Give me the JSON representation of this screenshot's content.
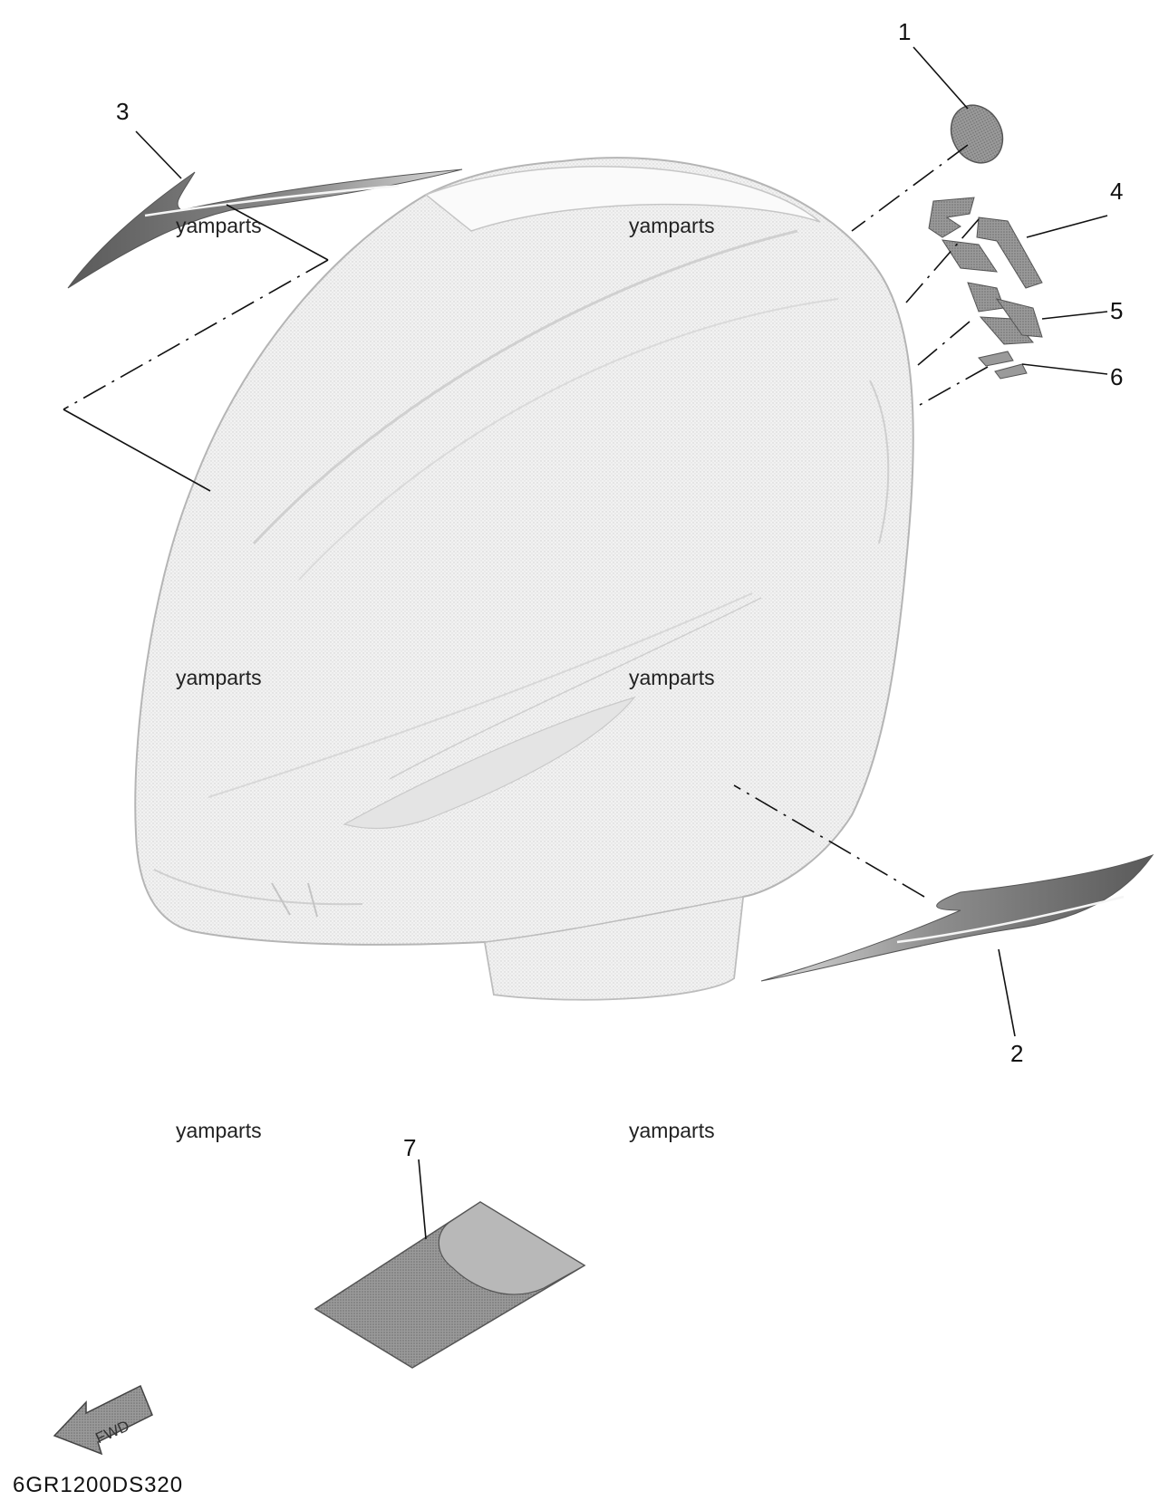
{
  "callouts": {
    "c1": "1",
    "c2": "2",
    "c3": "3",
    "c4": "4",
    "c5": "5",
    "c6": "6",
    "c7": "7"
  },
  "watermark": "yamparts",
  "fwd_label": "FWD",
  "diagram_code": "6GR1200DS320",
  "colors": {
    "body_fill": "#eeeeee",
    "body_stroke": "#b9b9b9",
    "decal_dark": "#8a8a8a",
    "decal_light": "#c8c8c8"
  }
}
